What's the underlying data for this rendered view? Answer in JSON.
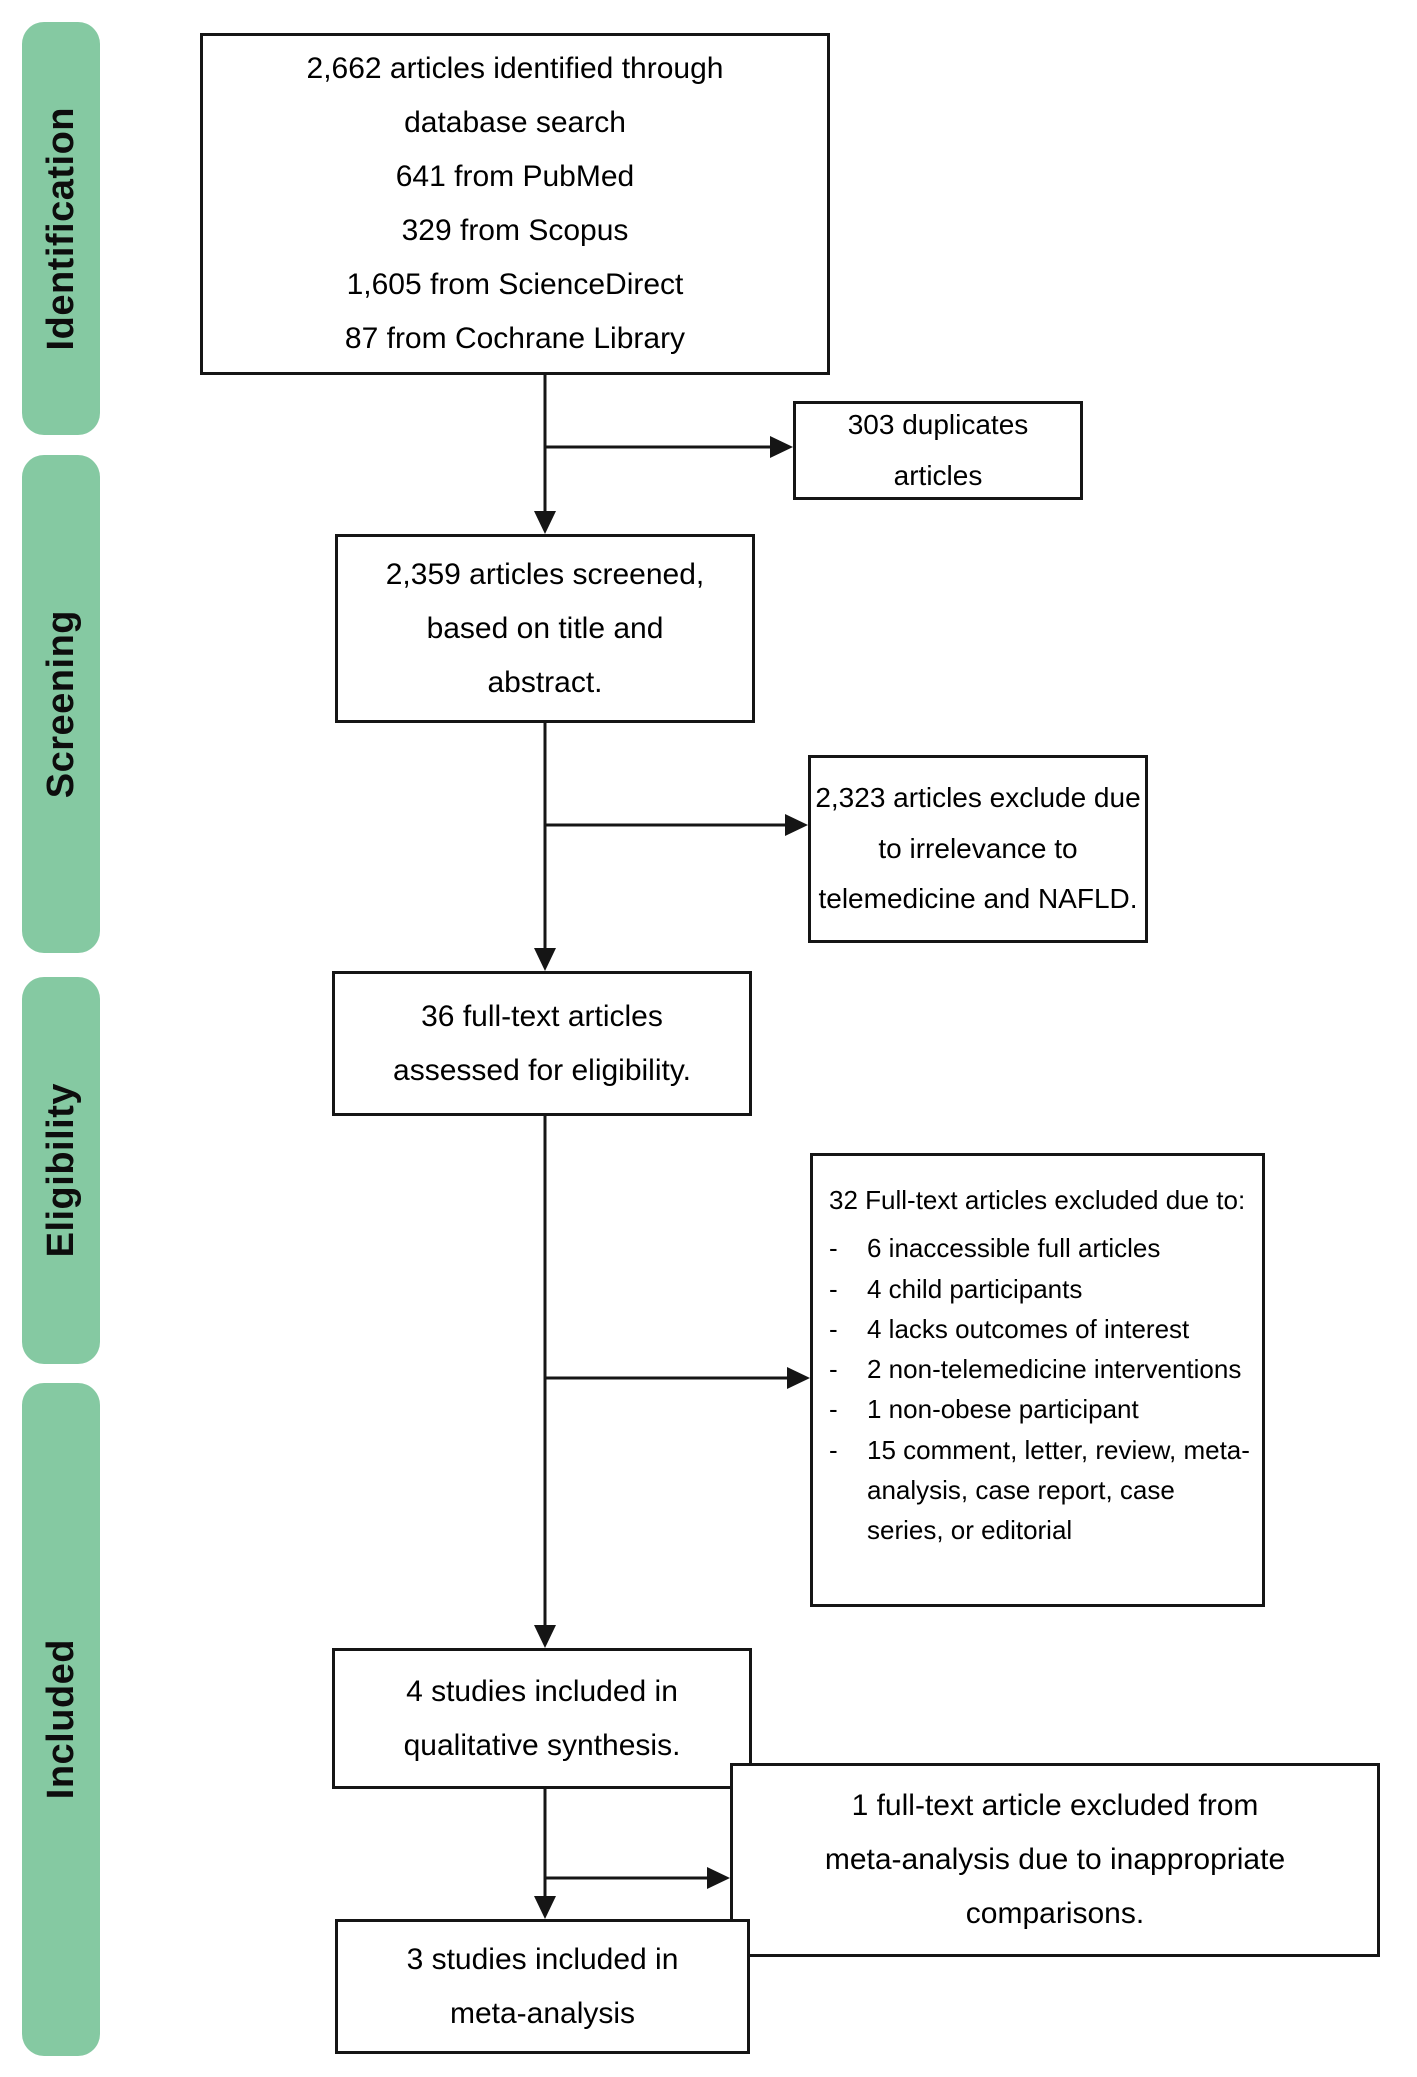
{
  "diagram": {
    "accent_color": "#85c9a2",
    "line_color": "#151515",
    "stages": {
      "identification": "Identification",
      "screening": "Screening",
      "eligibility": "Eligibility",
      "included": "Included"
    },
    "boxes": {
      "identified": {
        "lines": [
          "2,662 articles identified through",
          "database search",
          "641 from PubMed",
          "329 from Scopus",
          "1,605 from ScienceDirect",
          "87 from Cochrane Library"
        ]
      },
      "duplicates": {
        "text": "303 duplicates articles"
      },
      "screened": {
        "lines": [
          "2,359 articles screened,",
          "based on title and",
          "abstract."
        ]
      },
      "excluded_screening": {
        "lines": [
          "2,323 articles exclude due",
          "to irrelevance to",
          "telemedicine and NAFLD."
        ]
      },
      "fulltext": {
        "lines": [
          "36 full-text articles",
          "assessed for eligibility."
        ]
      },
      "excluded_fulltext": {
        "title": "32 Full-text articles excluded due to:",
        "bullet": "-",
        "items": [
          "6 inaccessible full articles",
          "4 child participants",
          "4 lacks outcomes of interest",
          "2 non-telemedicine interventions",
          "1 non-obese participant",
          "15 comment, letter, review, meta-analysis, case report, case series, or editorial"
        ]
      },
      "qualitative": {
        "lines": [
          "4 studies included in",
          "qualitative synthesis."
        ]
      },
      "excluded_meta": {
        "lines": [
          "1 full-text article excluded from",
          "meta-analysis due to inappropriate",
          "comparisons."
        ]
      },
      "meta": {
        "lines": [
          "3 studies included in",
          "meta-analysis"
        ]
      }
    }
  }
}
